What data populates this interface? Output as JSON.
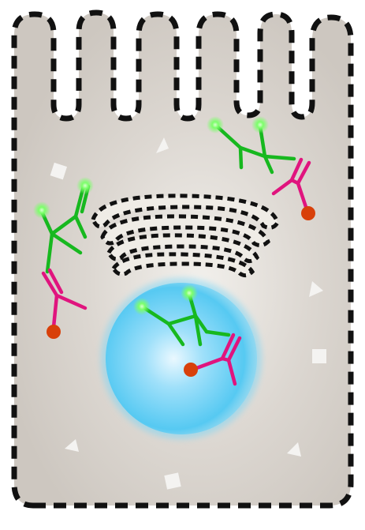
{
  "figure": {
    "colors": {
      "background": "#ffffff",
      "cell_fill": "#d4cfc9",
      "cell_glow": "#f2f0ec",
      "membrane_dash": "#111111",
      "organelle_fill": "#efece6",
      "nucleus_core": "#eaf8ff",
      "nucleus_mid": "#7dd6f7",
      "nucleus_edge": "#4fc6f0",
      "primary_antibody": "#17b81f",
      "fluorophore_glow": "#7cff6a",
      "secondary_antibody": "#e0147e",
      "label_dot": "#d8400a",
      "granule": "#f4f3f1"
    },
    "structures": [
      "cell-membrane-icon",
      "microvilli-icon",
      "golgi-apparatus-icon",
      "nucleus-icon",
      "vesicle-granule-icon"
    ],
    "probe_pairs": [
      {
        "location": "cytoplasm-upper-right",
        "primary": "primary-antibody-icon",
        "secondary": "secondary-antibody-icon"
      },
      {
        "location": "cytoplasm-left",
        "primary": "primary-antibody-icon",
        "secondary": "secondary-antibody-icon"
      },
      {
        "location": "nucleus",
        "primary": "primary-antibody-icon",
        "secondary": "secondary-antibody-icon"
      }
    ]
  }
}
